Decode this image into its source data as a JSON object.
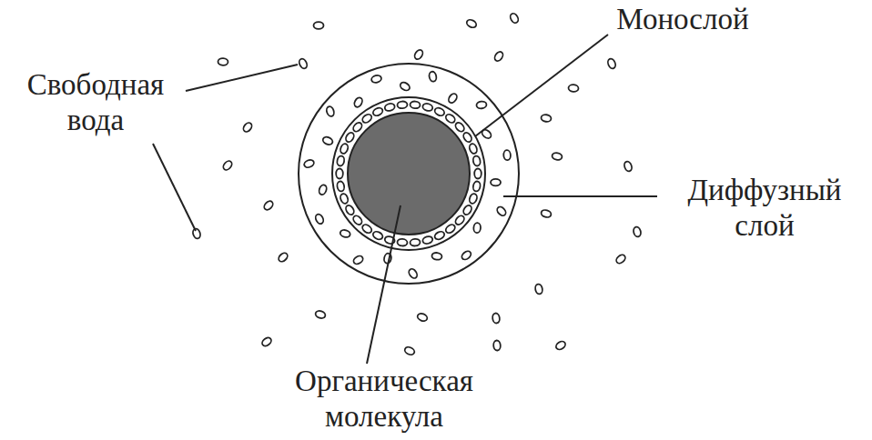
{
  "diagram": {
    "labels": [
      "Свободная вода",
      "Монослой",
      "Диффузный слой",
      "Органическая молекула"
    ]
  }
}
